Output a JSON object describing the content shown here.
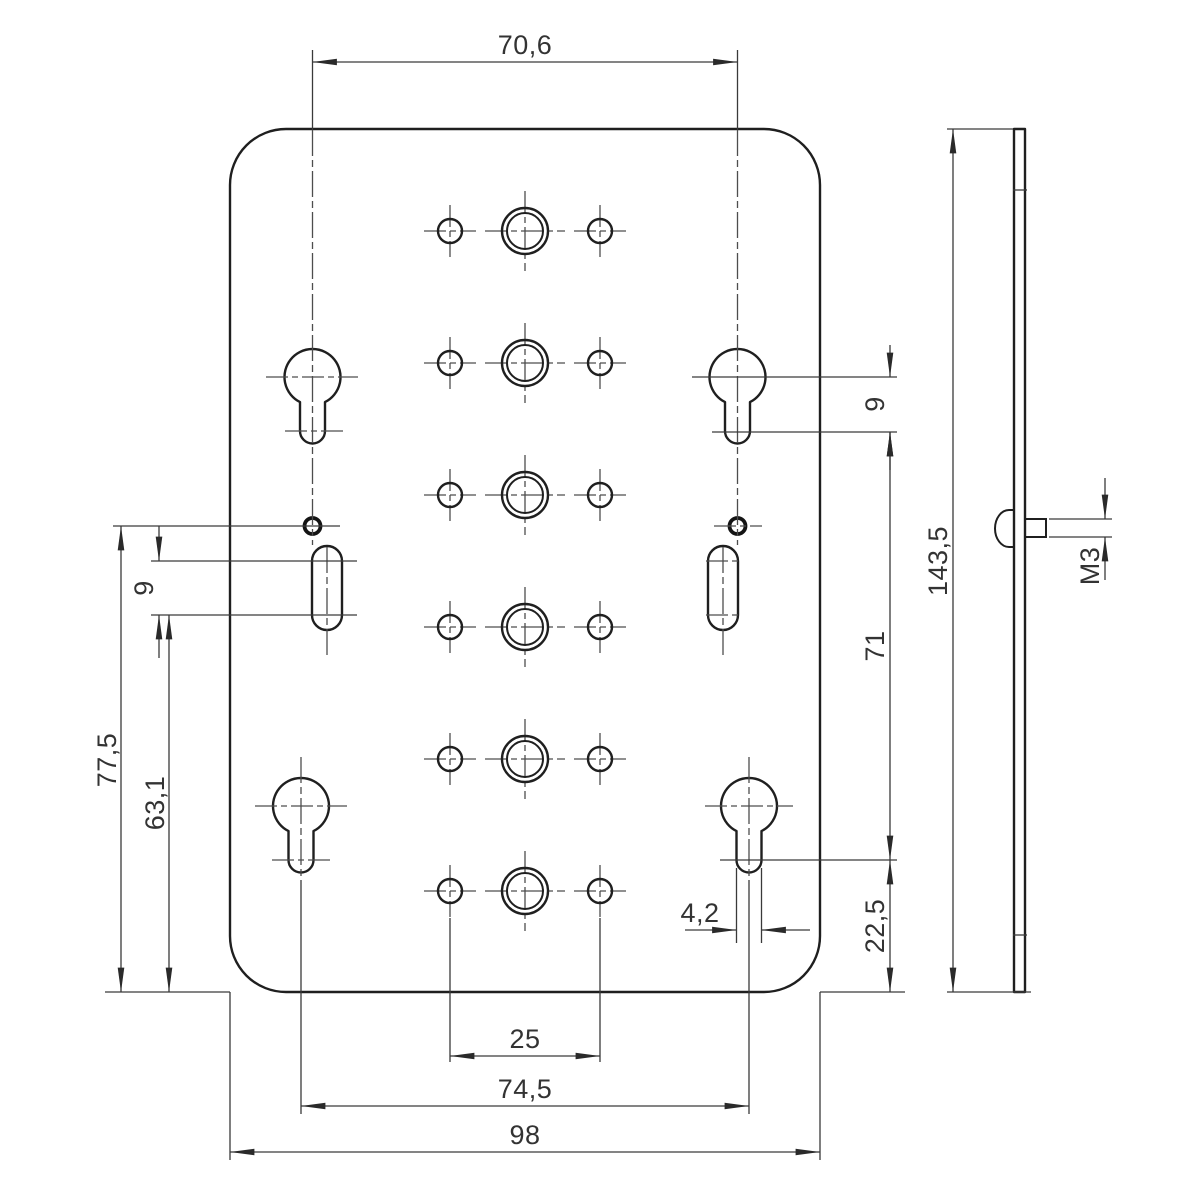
{
  "title": "Mounting plate technical drawing, front and side view",
  "colors": {
    "background": "#ffffff",
    "outline": "#1f1f1f",
    "dimension_lines": "#3a3a3a",
    "centerlines": "#4d4d4d",
    "text": "#333333"
  },
  "dims": {
    "top_keyhole_spacing": "70,6",
    "left_pilot_to_bottom": "77,5",
    "left_slot_to_bottom": "63,1",
    "left_slot_length": "9",
    "right_keyhole_slot_drop": "9",
    "right_keyhole_span": "71",
    "right_keyhole_to_bottom": "22,5",
    "keyhole_slot_width": "4,2",
    "bottom_hole_column_spacing": "25",
    "bottom_keyhole_spacing": "74,5",
    "bottom_plate_width": "98",
    "side_plate_height": "143,5",
    "side_thread": "M3"
  }
}
